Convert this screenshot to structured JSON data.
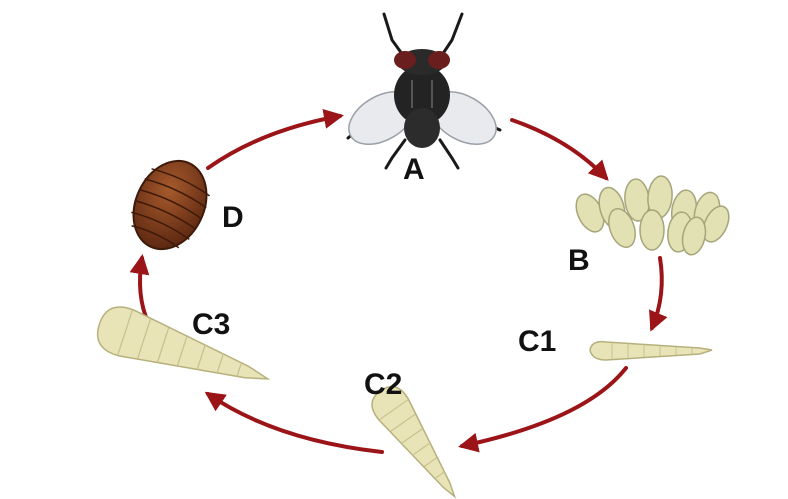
{
  "stages": [
    {
      "id": "A",
      "label": "A",
      "depicts": "fly-icon"
    },
    {
      "id": "B",
      "label": "B",
      "depicts": "eggs-icon"
    },
    {
      "id": "C1",
      "label": "C1",
      "depicts": "larva-small-icon"
    },
    {
      "id": "C2",
      "label": "C2",
      "depicts": "larva-medium-icon"
    },
    {
      "id": "C3",
      "label": "C3",
      "depicts": "larva-large-icon"
    },
    {
      "id": "D",
      "label": "D",
      "depicts": "pupa-icon"
    }
  ],
  "colors": {
    "arrow": "#9b1418",
    "larva_fill": "#e9e4b7",
    "larva_stroke": "#b6b07c",
    "pupa_fill": "#7a3a1c",
    "pupa_stroke": "#3e1a0a",
    "fly_body": "#232323",
    "fly_wing": "#e8eaee"
  }
}
